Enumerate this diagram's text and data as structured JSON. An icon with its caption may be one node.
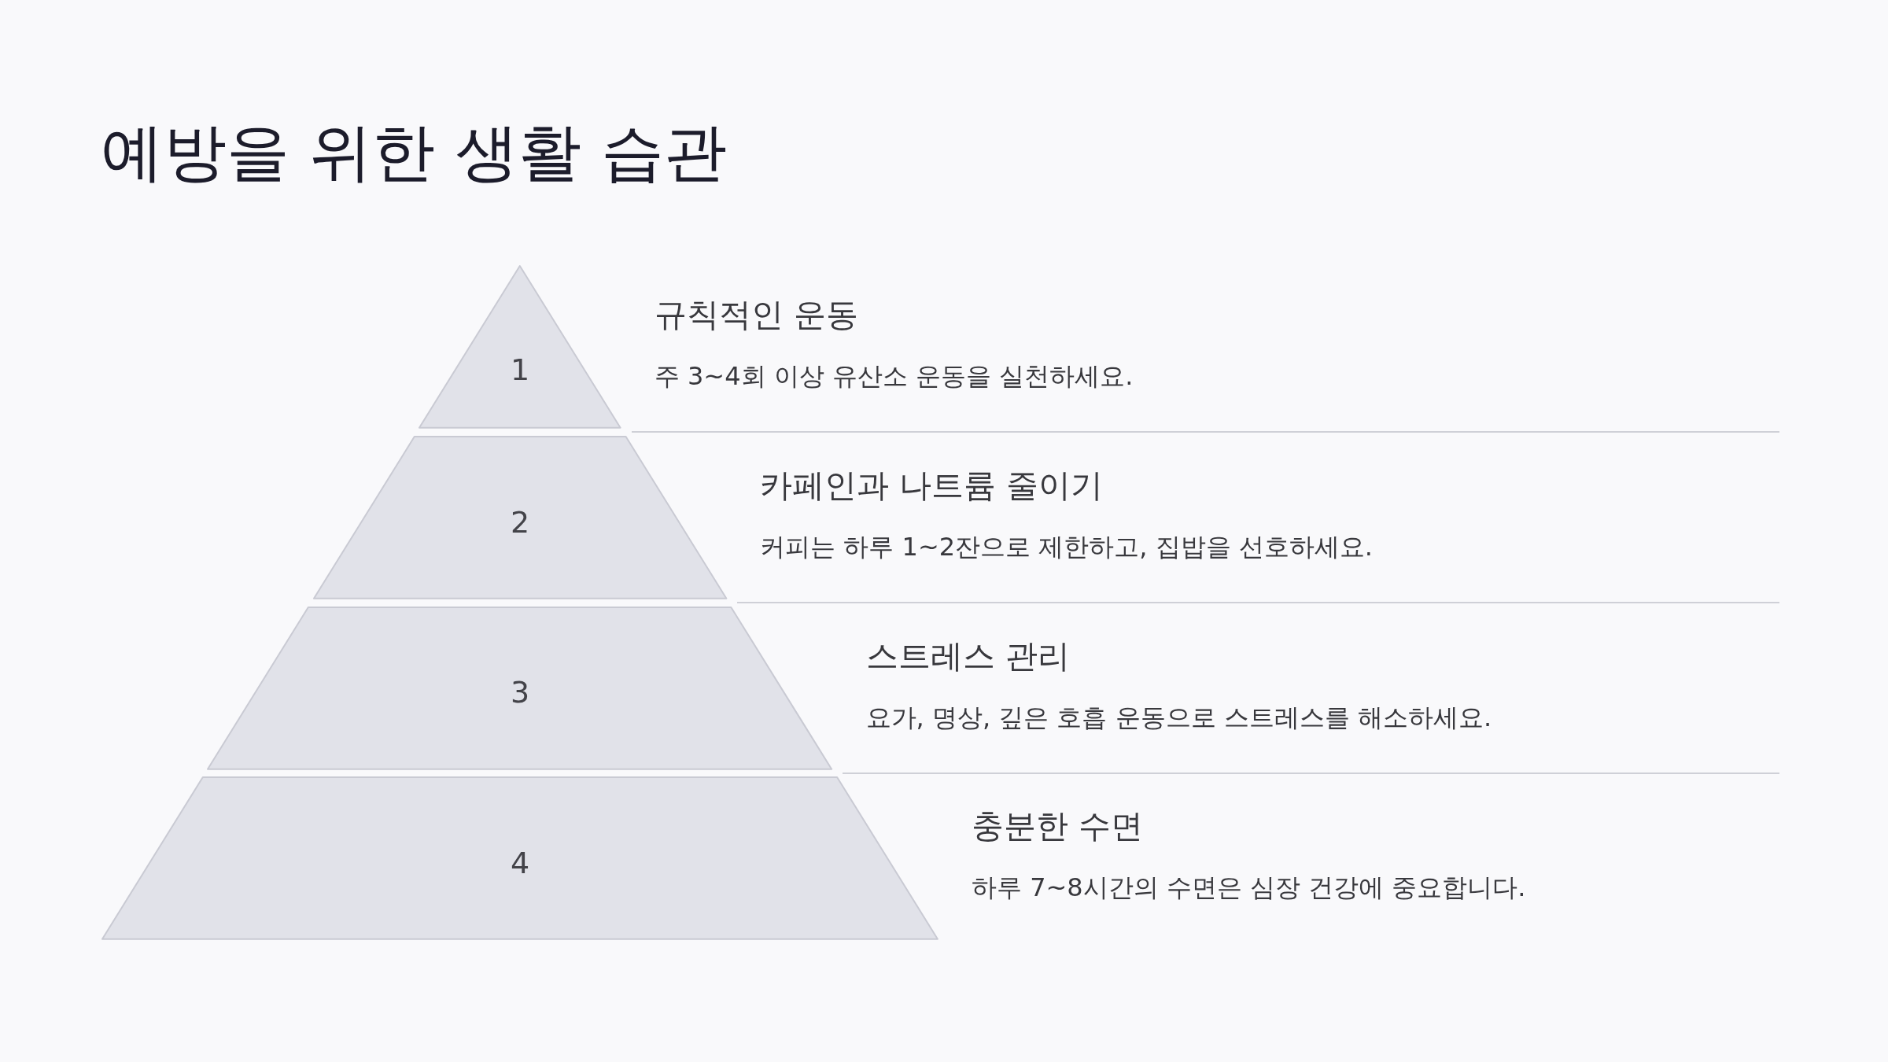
{
  "diagram": {
    "title": "예방을 위한 생활 습관",
    "nodes": [
      {
        "text": [
          "1"
        ],
        "beside": [
          "규칙적인 운동",
          "주 3~4회 이상 유산소 운동을 실천하세요."
        ]
      },
      {
        "text": [
          "2"
        ],
        "beside": [
          "카페인과 나트륨 줄이기",
          "커피는 하루 1~2잔으로 제한하고, 집밥을 선호하세요."
        ]
      },
      {
        "text": [
          "3"
        ],
        "beside": [
          "스트레스 관리",
          "요가, 명상, 깊은 호흡 운동으로 스트레스를 해소하세요."
        ]
      },
      {
        "text": [
          "4"
        ],
        "beside": [
          "충분한 수면",
          "하루 7~8시간의 수면은 심장 건강에 중요합니다."
        ]
      }
    ]
  }
}
